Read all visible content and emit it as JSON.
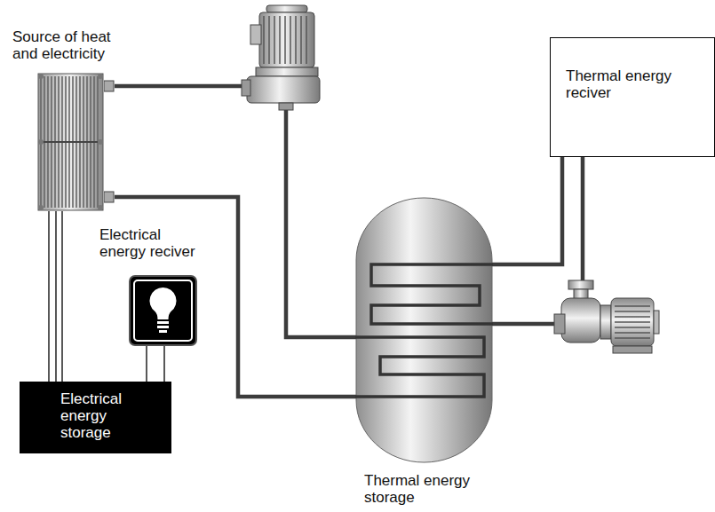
{
  "diagram": {
    "nodes": [
      {
        "text": [
          "Source of heat and electricity"
        ]
      },
      {
        "text": [
          "Electrical energy reciver"
        ]
      },
      {
        "text": [
          "Electrical energy storage"
        ]
      },
      {
        "text": [
          "Thermal energy reciver"
        ]
      },
      {
        "text": [
          "Thermal energy storage"
        ]
      }
    ],
    "edges": [
      {
        "from": 0,
        "to": 2,
        "arrow": "none"
      },
      {
        "from": 1,
        "to": 2,
        "arrow": "none"
      },
      {
        "from": 0,
        "to": 4,
        "arrow": "none"
      },
      {
        "from": 0,
        "to": 4,
        "arrow": "none"
      },
      {
        "from": 3,
        "to": 4,
        "arrow": "none"
      },
      {
        "from": 3,
        "to": 4,
        "arrow": "none"
      }
    ]
  }
}
